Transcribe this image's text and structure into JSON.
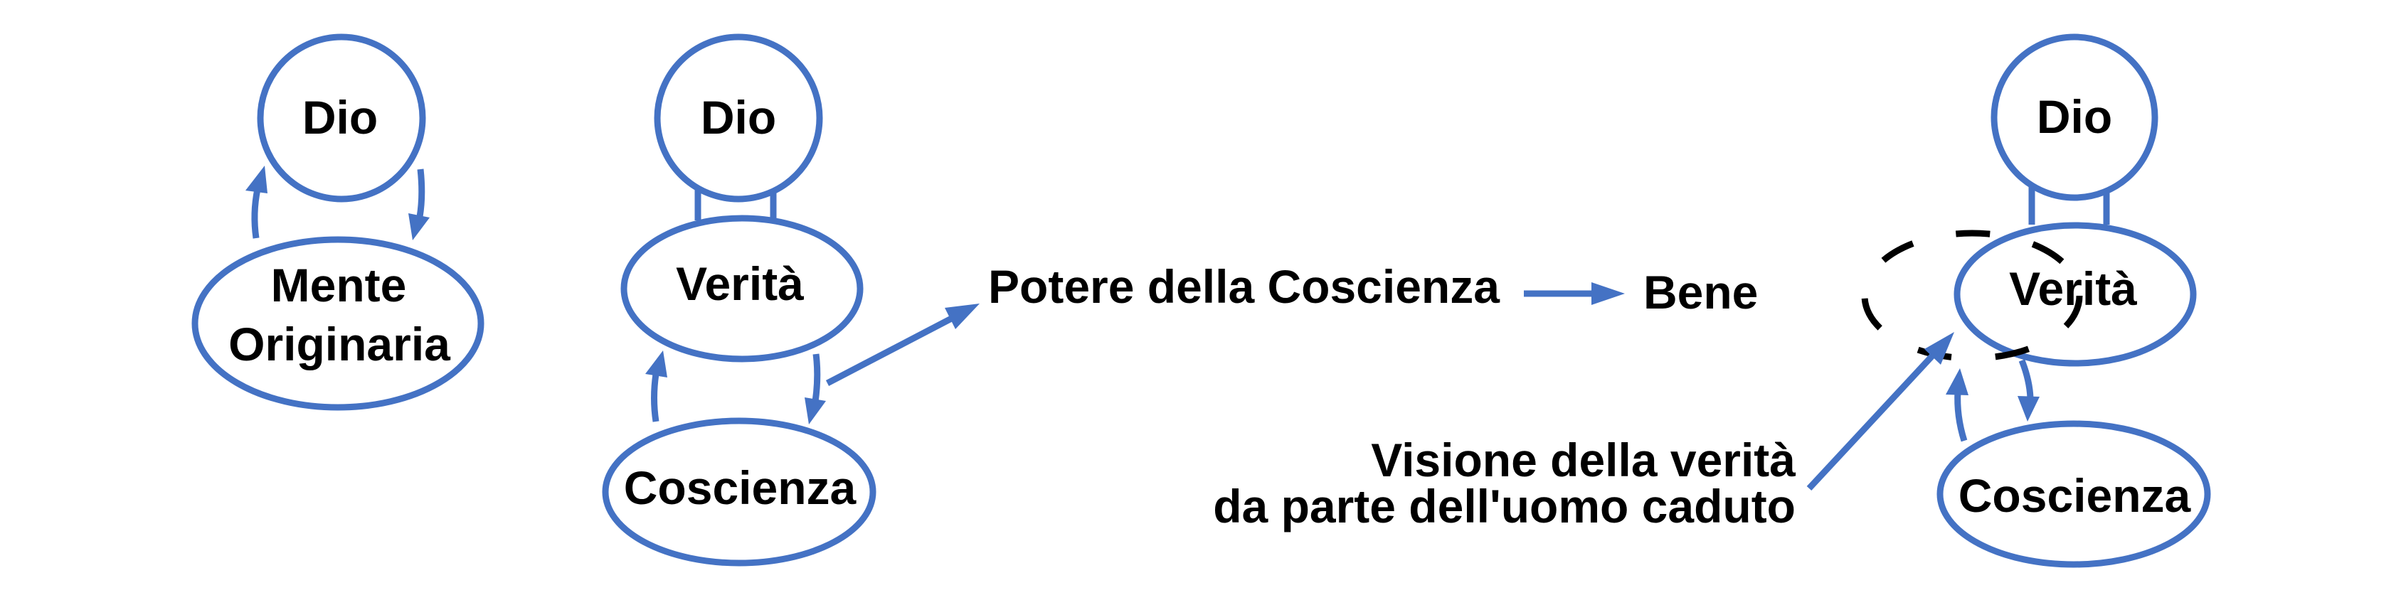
{
  "colors": {
    "node_stroke": "#4472C4",
    "arrow": "#4472C4",
    "text": "#000000",
    "dashed_outline": "#000000",
    "background": "#FFFFFF"
  },
  "panels": [
    {
      "name": "original-state",
      "nodes": {
        "top": {
          "label": "Dio",
          "shape": "circle"
        },
        "bottom": {
          "label_line1": "Mente",
          "label_line2": "Originaria",
          "shape": "ellipse"
        }
      },
      "edges": [
        {
          "from": "Mente Originaria",
          "to": "Dio",
          "type": "arrow"
        },
        {
          "from": "Dio",
          "to": "Mente Originaria",
          "type": "arrow"
        }
      ]
    },
    {
      "name": "conscience-state",
      "nodes": {
        "top": {
          "label": "Dio",
          "shape": "circle"
        },
        "middle": {
          "label": "Verità",
          "shape": "ellipse"
        },
        "bottom": {
          "label": "Coscienza",
          "shape": "ellipse"
        }
      },
      "edges": [
        {
          "from": "Dio",
          "to": "Verità",
          "type": "double-connector"
        },
        {
          "from": "Coscienza",
          "to": "Verità",
          "type": "arrow"
        },
        {
          "from": "Verità",
          "to": "Coscienza",
          "type": "arrow"
        },
        {
          "from": "Verità/Coscienza",
          "to": "Potere della Coscienza",
          "type": "arrow"
        },
        {
          "from": "Potere della Coscienza",
          "to": "Bene",
          "type": "arrow"
        }
      ],
      "outcome": {
        "power_label": "Potere della Coscienza",
        "result_label": "Bene"
      }
    },
    {
      "name": "fallen-state",
      "nodes": {
        "top": {
          "label": "Dio",
          "shape": "circle"
        },
        "middle": {
          "label": "Verità",
          "shape": "ellipse"
        },
        "bottom": {
          "label": "Coscienza",
          "shape": "ellipse"
        },
        "displaced_truth": {
          "label": "",
          "shape": "dashed-ellipse"
        }
      },
      "edges": [
        {
          "from": "Dio",
          "to": "Verità",
          "type": "double-connector"
        },
        {
          "from": "Coscienza",
          "to": "Verità (displaced)",
          "type": "arrow"
        },
        {
          "from": "Verità",
          "to": "Coscienza",
          "type": "arrow"
        },
        {
          "from": "Visione della verità da parte dell'uomo caduto",
          "to": "dashed ellipse",
          "type": "arrow"
        }
      ],
      "annotation": {
        "line1": "Visione della verità",
        "line2": "da parte dell'uomo caduto"
      }
    }
  ]
}
